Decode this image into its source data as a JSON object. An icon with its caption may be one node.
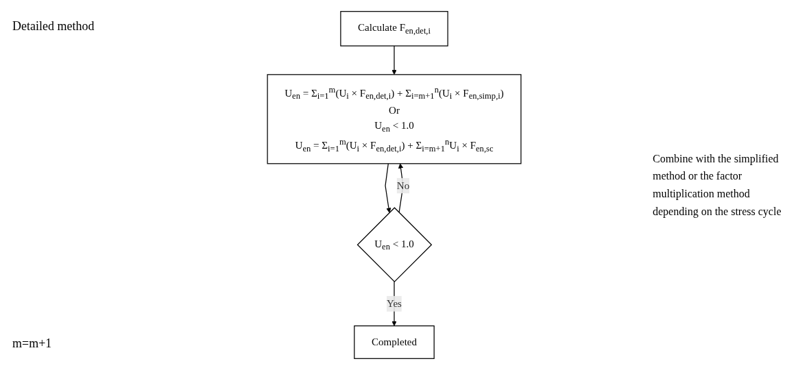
{
  "diagram": {
    "title": "Detailed method",
    "nodes": [
      {
        "text": [
          "Calculate F$_{en,det,i}$"
        ]
      },
      {
        "text": [
          "U$_{en}$ = Σ$_{i=1}$$^{m}$(U$_{i}$ × F$_{en,det,i}$) + Σ$_{i=m+1}$$^{n}$(U$_{i}$ × F$_{en,simp,i}$)",
          "Or",
          "U$_{en}$ < 1.0",
          "U$_{en}$ = Σ$_{i=1}$$^{m}$(U$_{i}$ × F$_{en,det,i}$) + Σ$_{i=m+1}$$^{n}$U$_{i}$ × F$_{en,sc}$"
        ]
      },
      {
        "text": [
          "U$_{en}$ < 1.0"
        ]
      },
      {
        "text": [
          "Completed"
        ]
      }
    ],
    "edges": [
      {
        "from": 0,
        "to": 1,
        "arrow": "to"
      },
      {
        "from": 1,
        "to": 2,
        "arrow": "to"
      },
      {
        "from": 2,
        "to": 3,
        "arrow": "to",
        "label": "Yes"
      },
      {
        "from": 2,
        "to": 1,
        "arrow": "to",
        "label": "No"
      }
    ],
    "labels": [
      "Combine with the simplified method or the factor multiplication method depending on the stress cycle",
      "m=m+1"
    ]
  }
}
